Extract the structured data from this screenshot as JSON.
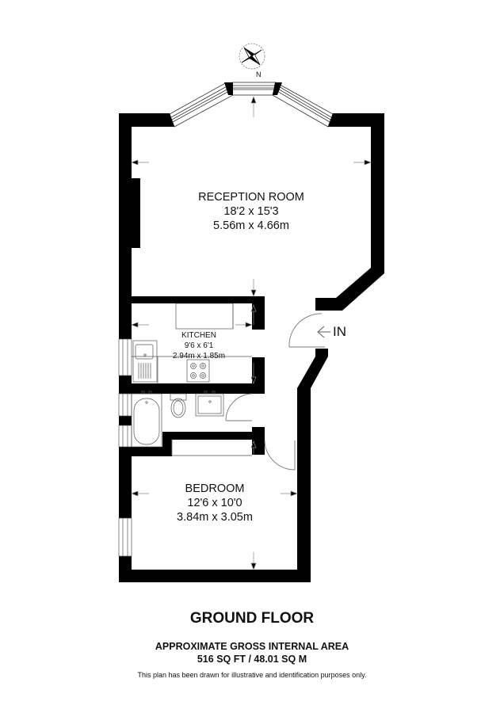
{
  "compass": {
    "icon": "compass-rose-icon",
    "north_label": "N"
  },
  "rooms": {
    "reception": {
      "name": "RECEPTION ROOM",
      "imperial": "18'2 x 15'3",
      "metric": "5.56m x 4.66m"
    },
    "kitchen": {
      "name": "KITCHEN",
      "imperial": "9'6 x 6'1",
      "metric": "2.94m x 1.85m"
    },
    "bedroom": {
      "name": "BEDROOM",
      "imperial": "12'6 x 10'0",
      "metric": "3.84m x 3.05m"
    },
    "bathroom": {
      "fixtures": [
        "bath",
        "toilet",
        "wash-basin"
      ]
    }
  },
  "entrance": {
    "label": "IN",
    "icon": "entrance-arrow-icon"
  },
  "footer": {
    "floor_title": "GROUND FLOOR",
    "area_heading": "APPROXIMATE GROSS INTERNAL AREA",
    "area_value": "516 SQ FT / 48.01 SQ M",
    "disclaimer": "This plan has been drawn for illustrative and identification purposes only."
  },
  "colors": {
    "wall": "#000000",
    "line": "#555555",
    "background": "#ffffff"
  }
}
